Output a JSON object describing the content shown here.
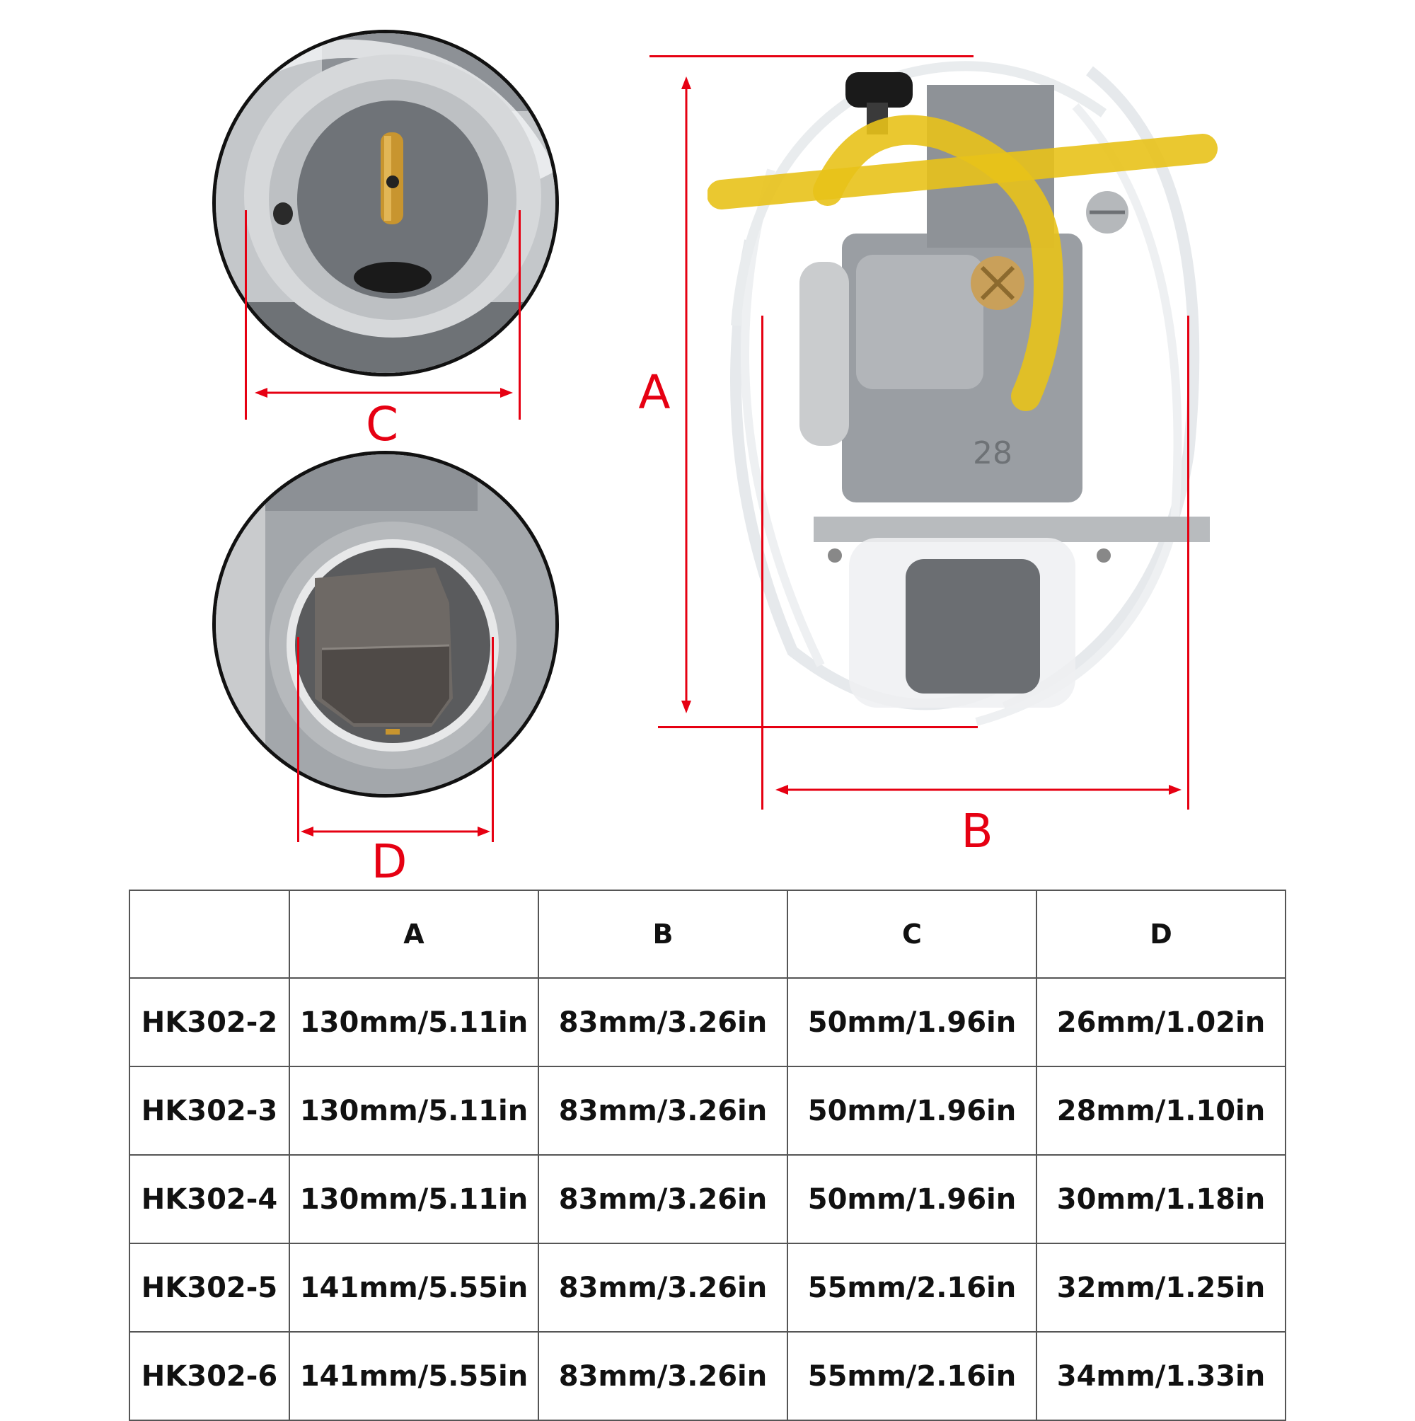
{
  "dimension_labels": {
    "a": "A",
    "b": "B",
    "c": "C",
    "d": "D"
  },
  "photo_label": "28",
  "colors": {
    "dimension_red": "#e60012",
    "body_silver": "#9a9ea3",
    "fuel_hose_yellow": "#e8c21a",
    "vent_tube_clear": "#e6e9ec"
  },
  "table": {
    "headers": [
      "",
      "A",
      "B",
      "C",
      "D"
    ],
    "rows": [
      {
        "model": "HK302-2",
        "a": "130mm/5.11in",
        "b": "83mm/3.26in",
        "c": "50mm/1.96in",
        "d": "26mm/1.02in"
      },
      {
        "model": "HK302-3",
        "a": "130mm/5.11in",
        "b": "83mm/3.26in",
        "c": "50mm/1.96in",
        "d": "28mm/1.10in"
      },
      {
        "model": "HK302-4",
        "a": "130mm/5.11in",
        "b": "83mm/3.26in",
        "c": "50mm/1.96in",
        "d": "30mm/1.18in"
      },
      {
        "model": "HK302-5",
        "a": "141mm/5.55in",
        "b": "83mm/3.26in",
        "c": "55mm/2.16in",
        "d": "32mm/1.25in"
      },
      {
        "model": "HK302-6",
        "a": "141mm/5.55in",
        "b": "83mm/3.26in",
        "c": "55mm/2.16in",
        "d": "34mm/1.33in"
      }
    ]
  }
}
